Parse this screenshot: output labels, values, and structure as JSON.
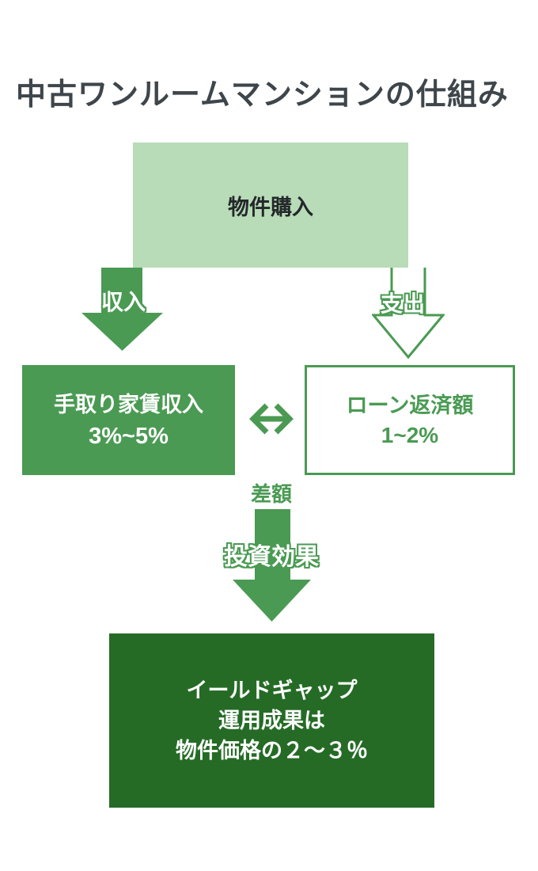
{
  "page": {
    "title": "中古ワンルームマンションの仕組み",
    "background": "#ffffff"
  },
  "colors": {
    "green": "#4a9a53",
    "light_green": "#b8dbb8",
    "dark_green": "#256b26",
    "title_text": "#3e464b",
    "purchase_text": "#24282a",
    "white": "#ffffff"
  },
  "icons": {
    "income_arrow": "solid-down-arrow",
    "expense_arrow": "outline-down-arrow",
    "compare": "double-headed-horizontal-arrow",
    "investment_arrow": "solid-down-arrow"
  },
  "flow": {
    "purchase_box": {
      "label": "物件購入"
    },
    "income_arrow": {
      "label": "収入"
    },
    "expense_arrow": {
      "label": "支出"
    },
    "rental_income_box": {
      "line1": "手取り家賃収入",
      "line2": "3%~5%"
    },
    "loan_repayment_box": {
      "line1": "ローン返済額",
      "line2": "1~2%"
    },
    "difference_label": "差額",
    "investment_effect_label": "投資効果",
    "yield_gap_box": {
      "line1": "イールドギャップ",
      "line2": "運用成果は",
      "line3": "物件価格の２〜３％"
    }
  }
}
